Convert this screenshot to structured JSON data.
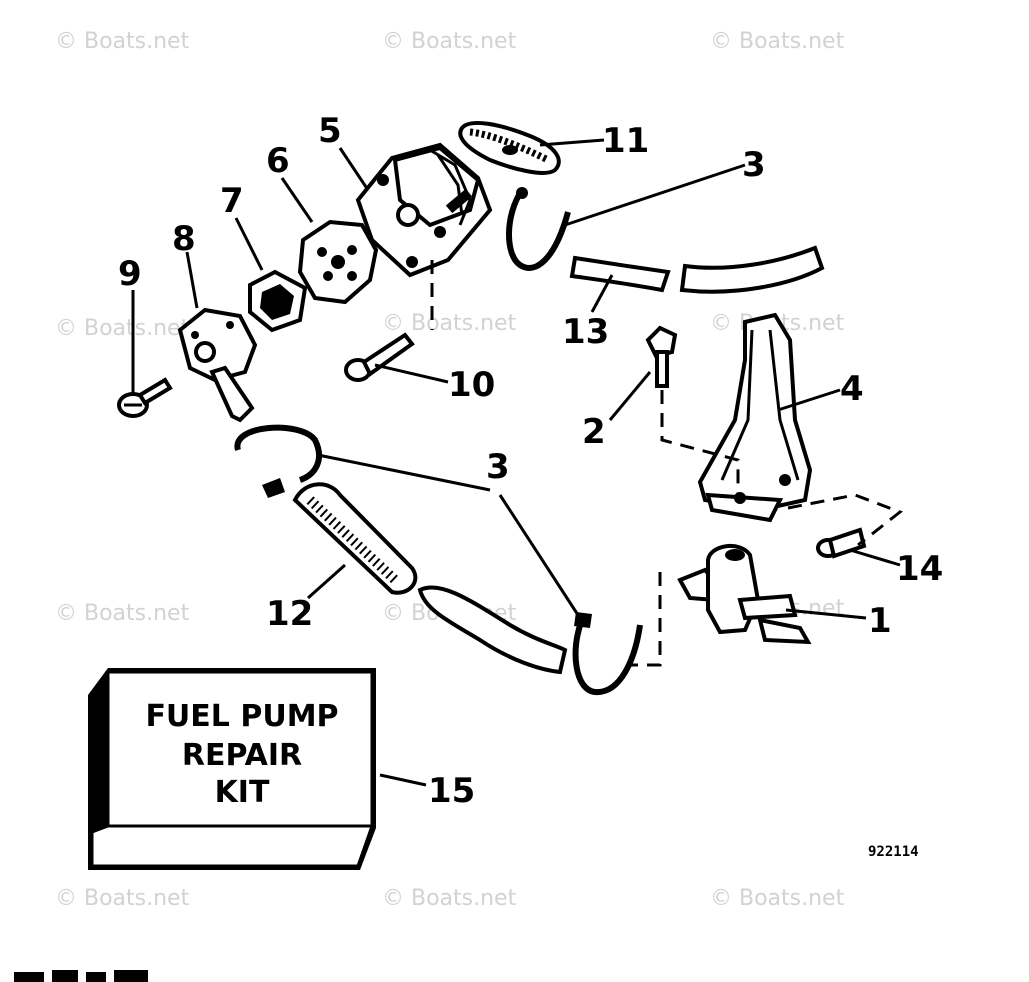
{
  "watermark": "© Boats.net",
  "diagram_number": "922114",
  "kit_box": {
    "line1": "FUEL PUMP",
    "line2": "REPAIR",
    "line3": "KIT"
  },
  "callouts": {
    "c1": "1",
    "c2": "2",
    "c3a": "3",
    "c3b": "3",
    "c4": "4",
    "c5": "5",
    "c6": "6",
    "c7": "7",
    "c8": "8",
    "c9": "9",
    "c10": "10",
    "c11": "11",
    "c12": "12",
    "c13": "13",
    "c14": "14",
    "c15": "15"
  }
}
